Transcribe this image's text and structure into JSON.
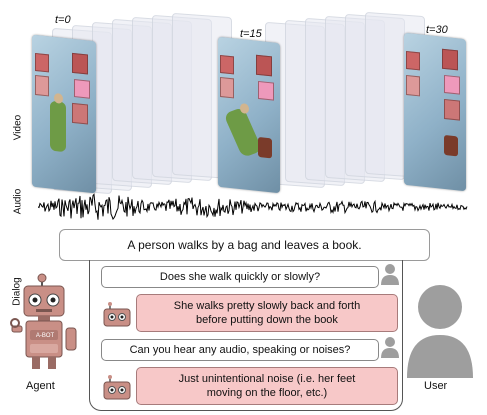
{
  "labels": {
    "video": "Video",
    "audio": "Audio",
    "dialog": "Dialog",
    "agent": "Agent",
    "user": "User",
    "bot_badge": "A-BOT"
  },
  "timestamps": [
    "t=0",
    "t=15",
    "t=30"
  ],
  "caption": "A person walks by a bag and leaves a book.",
  "dialog": [
    {
      "role": "question",
      "text": "Does she walk quickly or slowly?"
    },
    {
      "role": "answer",
      "lines": [
        "She walks pretty slowly back and forth",
        "before putting down the book"
      ]
    },
    {
      "role": "question",
      "text": "Can you hear any audio, speaking or noises?"
    },
    {
      "role": "answer",
      "lines": [
        "Just unintentional noise (i.e. her feet",
        "moving on the floor, etc.)"
      ]
    }
  ],
  "colors": {
    "answer_fill": "#f7c8c8",
    "robot_body": "#c98f86",
    "user_gray": "#9e9e9e",
    "waveform": "#000000"
  }
}
